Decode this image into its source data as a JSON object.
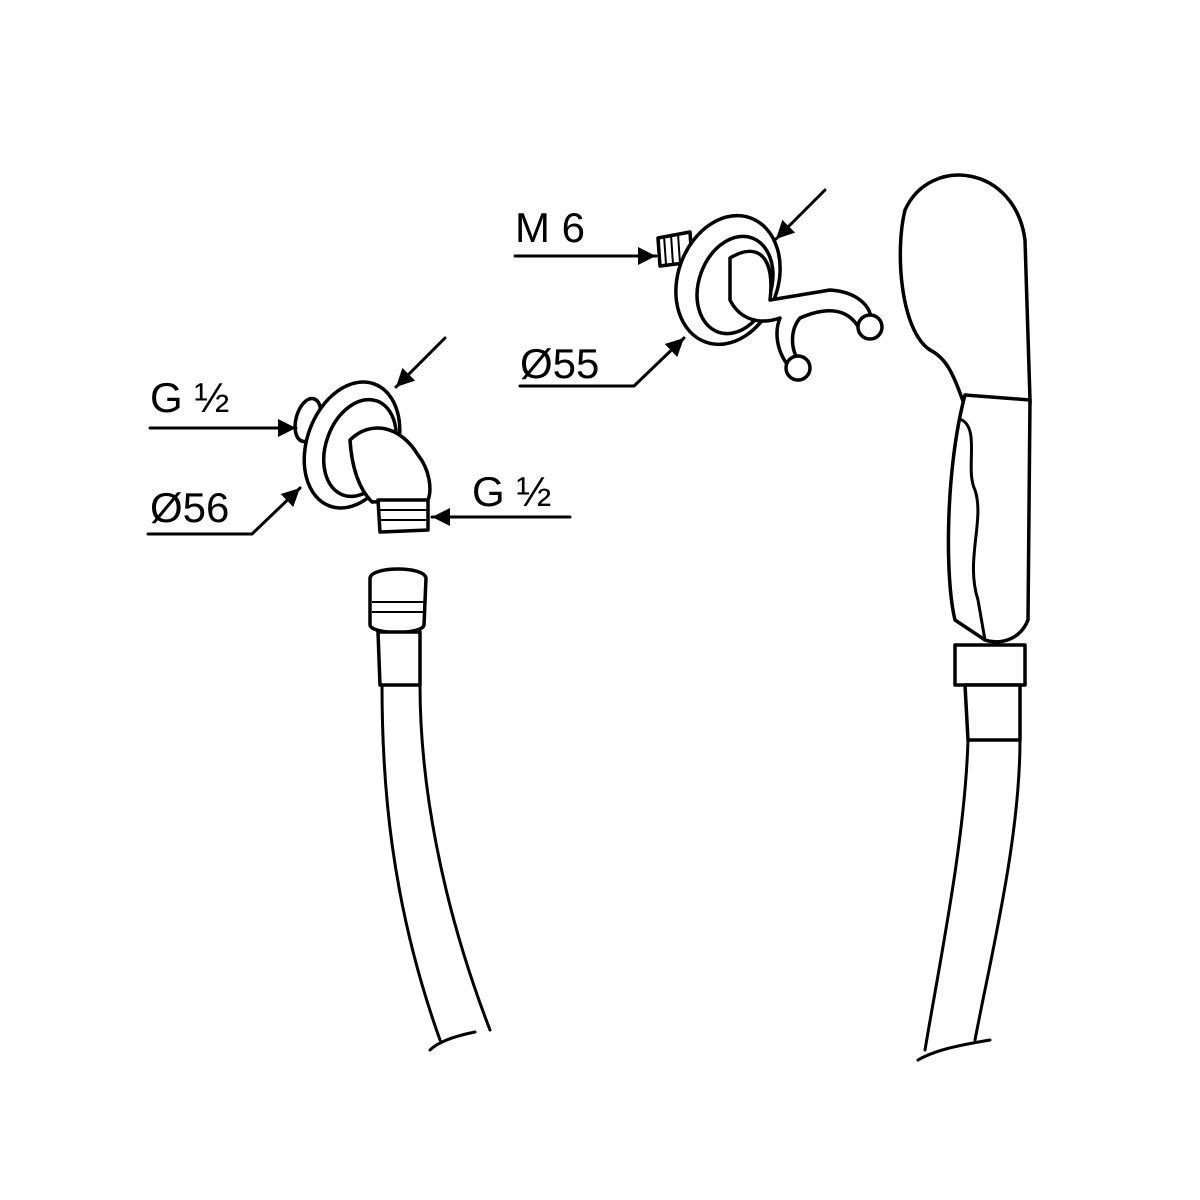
{
  "labels": {
    "holder_thread": "M 6",
    "holder_diameter": "Ø55",
    "elbow_inlet_thread": "G ½",
    "elbow_diameter": "Ø56",
    "elbow_outlet_thread": "G ½"
  },
  "colors": {
    "line": "#000000",
    "background": "#ffffff"
  }
}
